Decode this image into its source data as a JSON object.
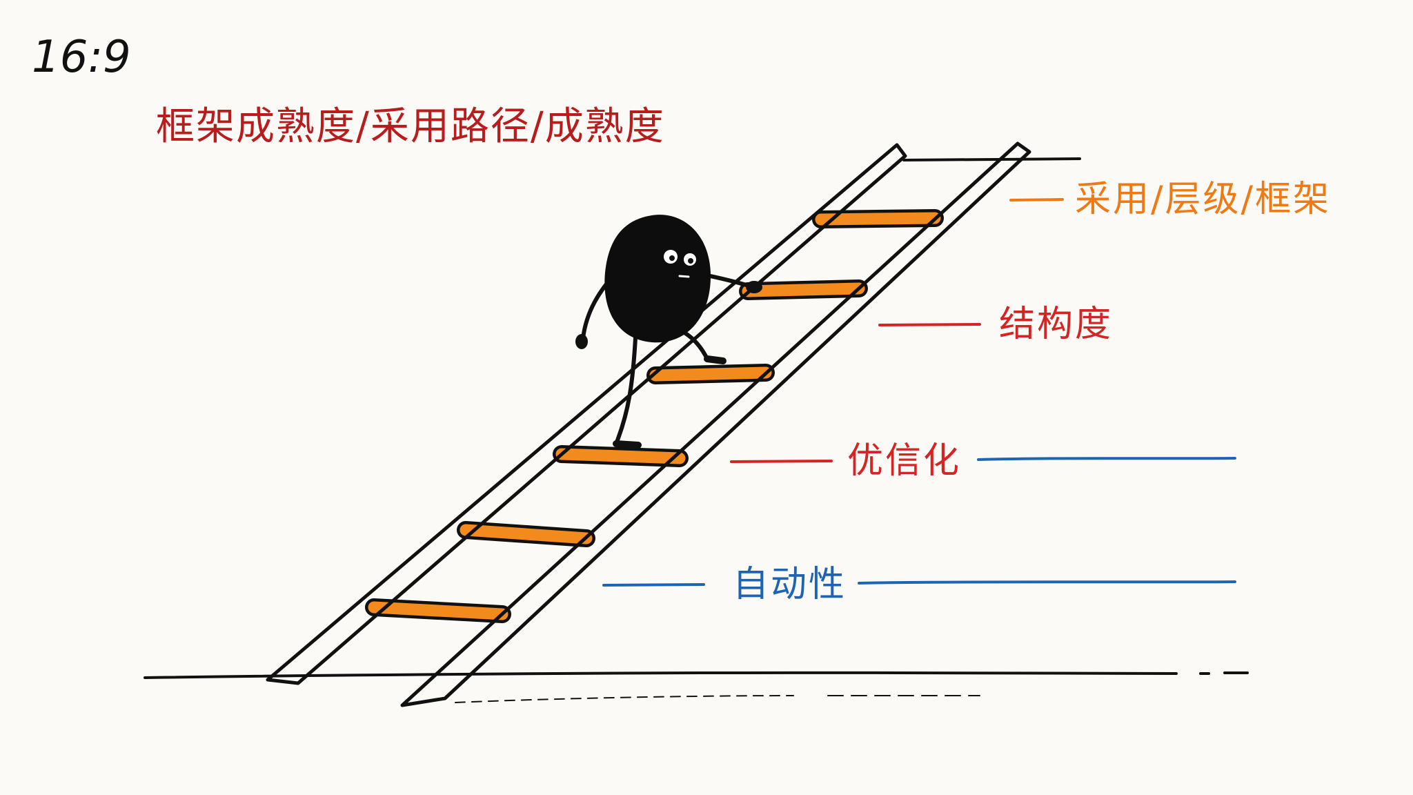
{
  "aspect_label": "16:9",
  "title": "框架成熟度/采用路径/成熟度",
  "colors": {
    "title": "#b81c1c",
    "ink": "#111111",
    "rung": "#f28a1e",
    "orange": "#ee7a16",
    "red": "#d42424",
    "blue": "#1f64b4",
    "background": "#fbfaf6"
  },
  "levels": [
    {
      "label": "采用/层级/框架",
      "color_key": "orange"
    },
    {
      "label": "结构度",
      "color_key": "red"
    },
    {
      "label": "优信化",
      "color_key": "red"
    },
    {
      "label": "自动性",
      "color_key": "blue"
    }
  ],
  "character": {
    "name": "blob-climber-icon"
  }
}
